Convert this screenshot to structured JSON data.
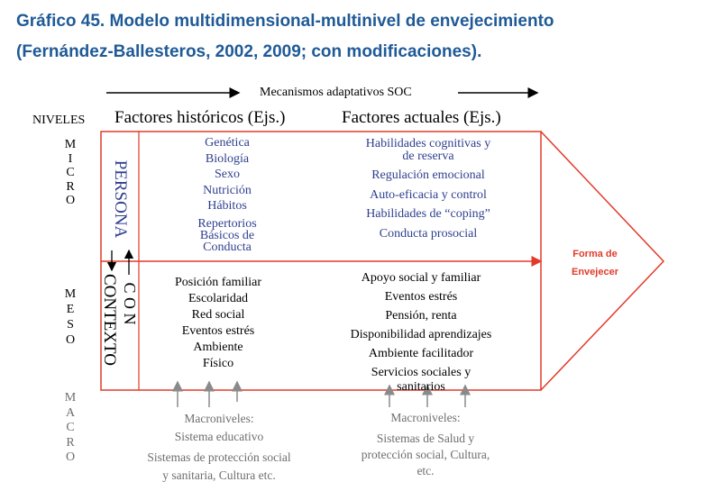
{
  "title": {
    "line1": "Gráfico 45.    Modelo multidimensional-multinivel de envejecimiento",
    "line2": "(Fernández-Ballesteros, 2002, 2009; con modificaciones)."
  },
  "soc_label": "Mecanismos adaptativos SOC",
  "niveles": "NIVELES",
  "micro": [
    "M",
    "I",
    "C",
    "R",
    "O"
  ],
  "meso": [
    "M",
    "E",
    "S",
    "O"
  ],
  "macro": [
    "M",
    "A",
    "C",
    "R",
    "O"
  ],
  "headers": {
    "historicos": "Factores históricos (Ejs.)",
    "actuales": "Factores actuales (Ejs.)"
  },
  "persona": "PERSONA",
  "con": "C O N",
  "contexto": "CONTEXTO",
  "persona_historicos": [
    "Genética",
    "Biología",
    "Sexo",
    "Nutrición",
    "Hábitos",
    "Repertorios",
    "Básicos de",
    "Conducta"
  ],
  "persona_actuales": [
    "Habilidades cognitivas y",
    "de reserva",
    "Regulación emocional",
    "Auto-eficacia y control",
    "Habilidades de “coping”",
    "Conducta prosocial"
  ],
  "contexto_historicos": [
    "Posición familiar",
    "Escolaridad",
    "Red social",
    "Eventos estrés",
    "Ambiente",
    "Físico"
  ],
  "contexto_actuales": [
    "Apoyo social y familiar",
    "Eventos estrés",
    "Pensión, renta",
    "Disponibilidad aprendizajes",
    "Ambiente facilitador",
    "Servicios sociales y",
    "sanitarios"
  ],
  "macro_left": [
    "Macroniveles:",
    "Sistema educativo",
    "Sistemas de protección social",
    "y sanitaria, Cultura etc."
  ],
  "macro_right": [
    "Macroniveles:",
    "Sistemas de Salud y",
    "protección social,  Cultura,",
    "etc."
  ],
  "forma": [
    "Forma de",
    "Envejecer"
  ],
  "colors": {
    "title": "#1f5a96",
    "box": "#e23a2a",
    "persona_text": "#2e3f8f",
    "macro_text": "#6e6e6e"
  }
}
